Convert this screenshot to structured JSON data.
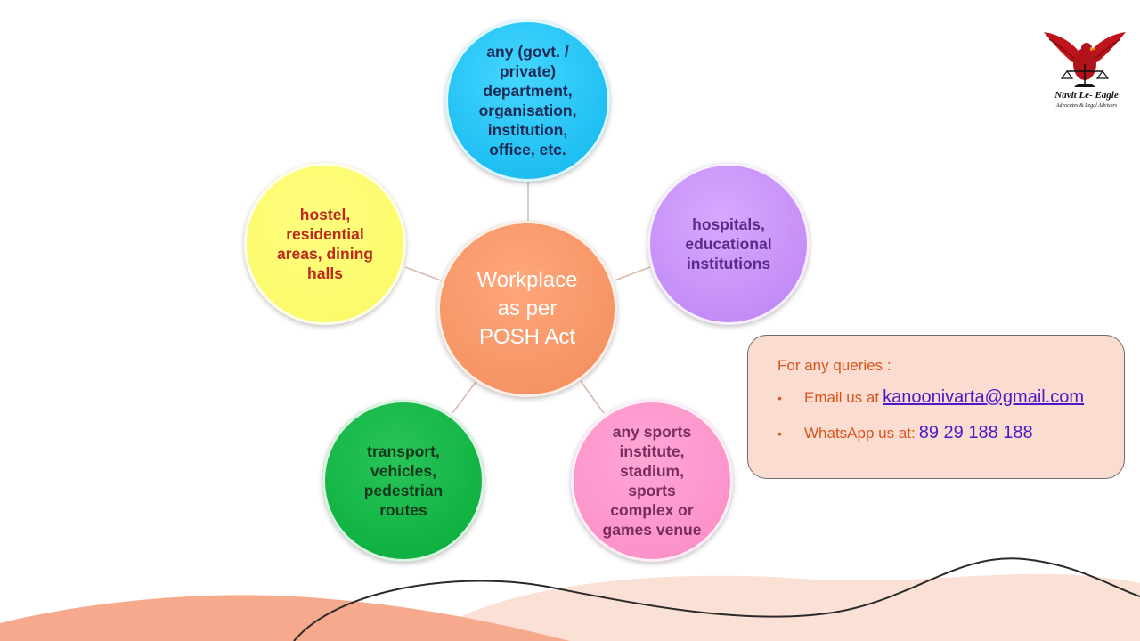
{
  "diagram": {
    "center": "Workplace as per POSH Act",
    "center_lines": "Workplace\nas per\nPOSH Act",
    "nodes": {
      "top": "any (govt. /\nprivate)\ndepartment,\norganisation,\ninstitution,\noffice, etc.",
      "right": "hospitals,\neducational\ninstitutions",
      "left": "hostel,\nresidential\nareas, dining\nhalls",
      "bottom_left": "transport,\nvehicles,\npedestrian\nroutes",
      "bottom_right": "any sports\ninstitute,\nstadium,\nsports\ncomplex or\ngames venue"
    }
  },
  "contact": {
    "title": "For any queries :",
    "bullet": "•",
    "email_label": "Email us at",
    "email": "kanoonivarta@gmail.com",
    "whatsapp_label": "WhatsApp us at:",
    "whatsapp": "89 29 188 188"
  },
  "logo": {
    "name": "Navit Le- Eagle",
    "tagline": "Advocates & Legal Advisors"
  },
  "colors": {
    "center": "#f59464",
    "top": "#1fbff2",
    "right": "#c48df6",
    "left": "#fbfb6c",
    "bottom_left": "#10b242",
    "bottom_right": "#fc93ca",
    "contact_bg": "#fadcd0",
    "contact_text": "#d9541d",
    "contact_value": "#4b19c8"
  }
}
